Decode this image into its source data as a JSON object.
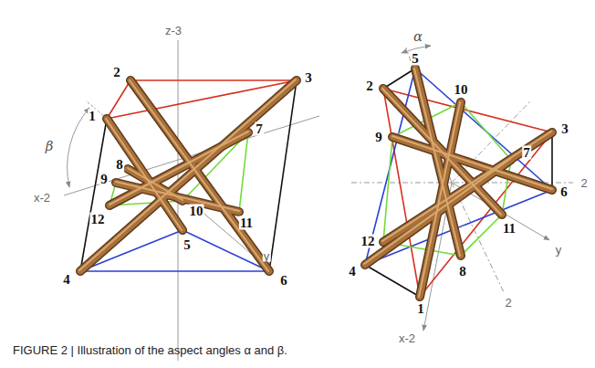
{
  "diagram": {
    "caption": "FIGURE 2 | Illustration of the aspect angles α and β.",
    "labels": [
      "z-3",
      "2",
      "3",
      "1",
      "9",
      "β",
      "8",
      "7",
      "x-2",
      "12",
      "10",
      "11",
      "5",
      "4",
      "y",
      "6",
      "α",
      "5",
      "2",
      "10",
      "3",
      "9",
      "7",
      "2",
      "6",
      "12",
      "11",
      "y",
      "4",
      "8",
      "x-2",
      "1",
      "2"
    ]
  }
}
